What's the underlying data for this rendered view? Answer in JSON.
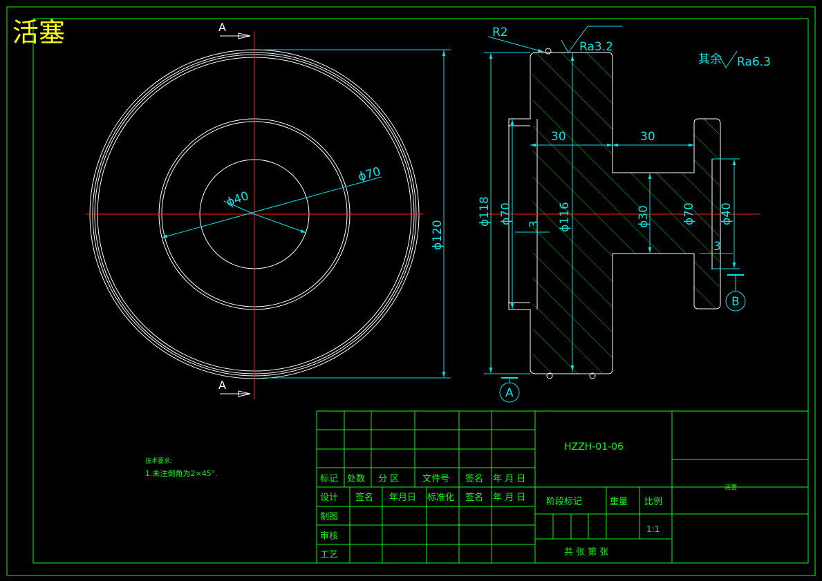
{
  "title": "活塞",
  "section_label_top": "A",
  "section_label_bottom": "A",
  "circle_view": {
    "dia_40": "ϕ40",
    "dia_70": "ϕ70",
    "dia_120": "ϕ120"
  },
  "section_view": {
    "radius": "R2",
    "roughness_local": "Ra3.2",
    "roughness_rest_label": "其余",
    "roughness_rest": "Ra6.3",
    "len_30_left": "30",
    "len_30_right": "30",
    "dia_118": "ϕ118",
    "dia_70_left": "ϕ70",
    "dia_116": "ϕ116",
    "dia_30": "ϕ30",
    "dia_70_right": "ϕ70",
    "dia_40": "ϕ40",
    "depth_3_left": "3",
    "depth_3_right": "3",
    "datum_a": "A",
    "datum_b": "B"
  },
  "tech_notes": {
    "heading": "技术要求:",
    "line1": "1.未注倒角为2×45°."
  },
  "title_block": {
    "drawing_number": "HZZH-01-06",
    "part_name": "活塞",
    "hdr_mark": "标记",
    "hdr_count": "处数",
    "hdr_zone": "分 区",
    "hdr_doc": "文件号",
    "hdr_sign": "签名",
    "hdr_date": "年 月 日",
    "design": "设计",
    "sign2": "签名",
    "date2": "年月日",
    "standardize": "标准化",
    "sign3": "签名",
    "date3": "年 月 日",
    "stage_mark": "阶段标记",
    "weight": "重量",
    "scale_label": "比例",
    "scale_value": "1:1",
    "draw": "制图",
    "review": "审核",
    "process": "工艺",
    "sheets": "共  张 第  张"
  },
  "colors": {
    "frame": "#00ff00",
    "geometry": "#ffffff",
    "dimension": "#00e5e5",
    "centerline": "#ff2020",
    "title": "#ffff00"
  }
}
